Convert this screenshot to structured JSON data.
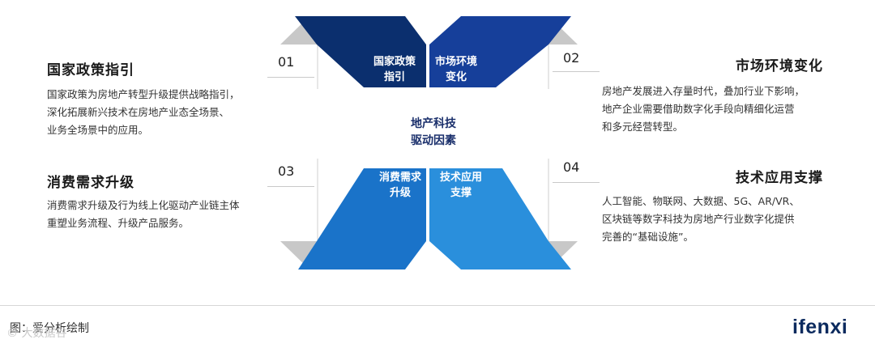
{
  "center": {
    "line1": "地产科技",
    "line2": "驱动因素"
  },
  "factors": [
    {
      "number": "01",
      "title": "国家政策指引",
      "arrow_label_1": "国家政策",
      "arrow_label_2": "指引",
      "desc": [
        "国家政策为房地产转型升级提供战略指引，",
        "深化拓展新兴技术在房地产业态全场景、",
        "业务全场景中的应用。"
      ]
    },
    {
      "number": "02",
      "title": "市场环境变化",
      "arrow_label_1": "市场环境",
      "arrow_label_2": "变化",
      "desc": [
        "房地产发展进入存量时代，叠加行业下影响，",
        "地产企业需要借助数字化手段向精细化运营",
        "和多元经营转型。"
      ]
    },
    {
      "number": "03",
      "title": "消费需求升级",
      "arrow_label_1": "消费需求",
      "arrow_label_2": "升级",
      "desc": [
        "消费需求升级及行为线上化驱动产业链主体",
        "重塑业务流程、升级产品服务。"
      ]
    },
    {
      "number": "04",
      "title": "技术应用支撑",
      "arrow_label_1": "技术应用",
      "arrow_label_2": "支撑",
      "desc": [
        "人工智能、物联网、大数据、5G、AR/VR、",
        "区块链等数字科技为房地产行业数字化提供",
        "完善的“基础设施”。"
      ]
    }
  ],
  "footer": {
    "source": "图：爱分析绘制",
    "watermark": "© 大数据谷",
    "logo": "ifenxi"
  },
  "colors": {
    "arrow_1": "#0b2f6e",
    "arrow_2": "#163f9a",
    "arrow_3": "#1a73c9",
    "arrow_4": "#2a8fdc",
    "tip_gray": "#c8c8c8"
  }
}
